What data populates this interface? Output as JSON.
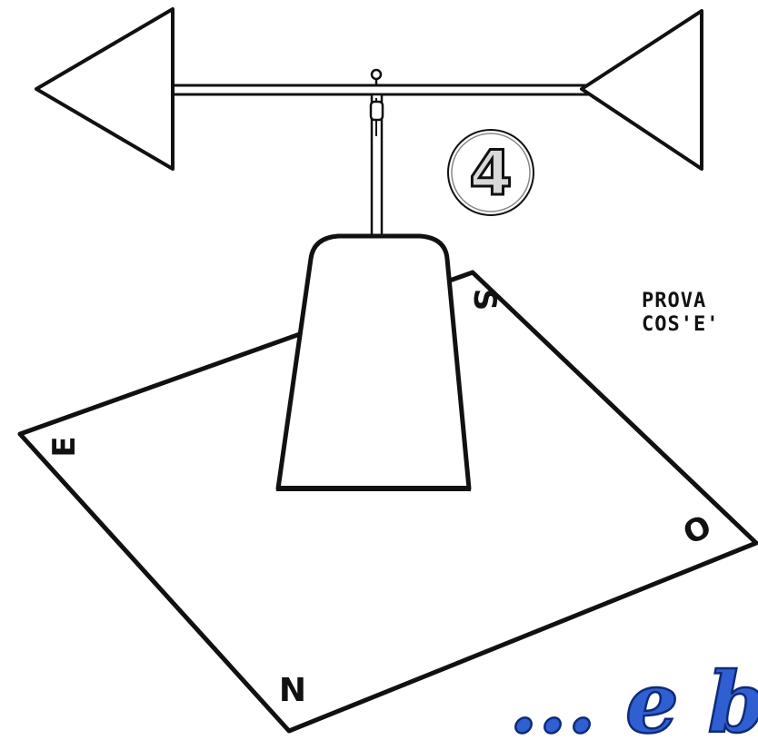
{
  "step_number": "4",
  "compass": {
    "north": "N",
    "south": "S",
    "east": "E",
    "west": "O"
  },
  "prompt_lines": [
    "PROVA",
    "COS'E'"
  ],
  "bottom_caption": "... e buo",
  "colors": {
    "ink": "#111111",
    "paper": "#ffffff",
    "badge_fill": "#d9d9d9",
    "caption_blue": "#2f5fd0",
    "caption_outline": "#0e2a7a"
  }
}
